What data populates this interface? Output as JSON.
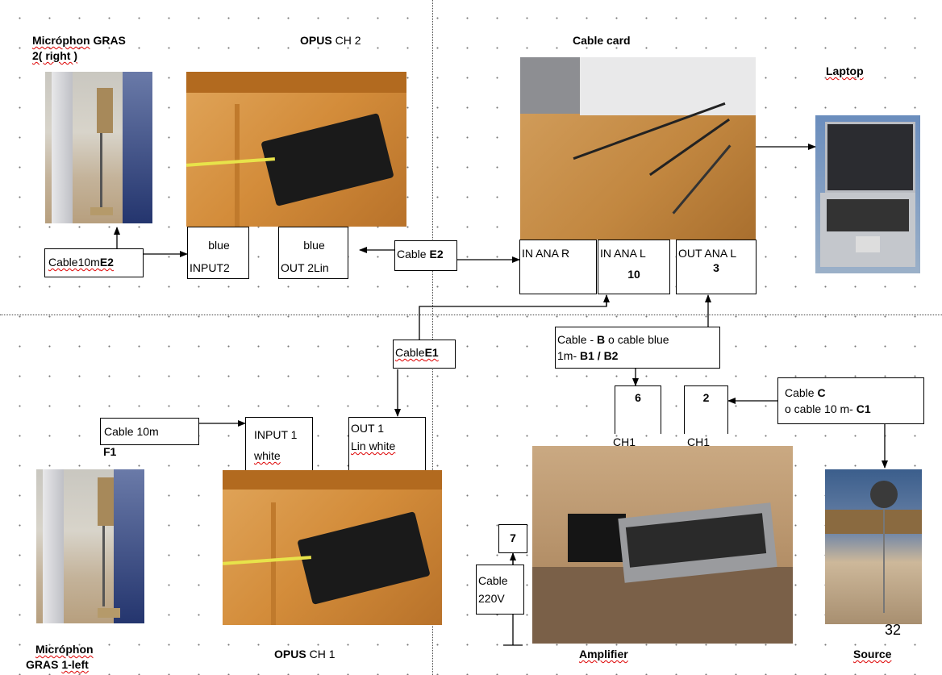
{
  "labels": {
    "mic_top_line1": "Micróphon",
    "mic_top_line1b": "GRAS",
    "mic_top_line2": "2( right )",
    "opus_ch2_a": "OPUS",
    "opus_ch2_b": "CH 2",
    "cable_card": "Cable card",
    "laptop": "Laptop",
    "mic_bottom_line1": "Micróphon",
    "mic_bottom_line2a": "GRAS",
    "mic_bottom_line2b": "1-left",
    "opus_ch1_a": "OPUS",
    "opus_ch1_b": "CH 1",
    "amplifier": "Amplifier",
    "source": "Source",
    "page_number": "32"
  },
  "boxes": {
    "cable10m_e2_a": "Cable10m",
    "cable10m_e2_b": "E2",
    "blue_input2_a": "blue",
    "blue_input2_b": "INPUT2",
    "blue_out2_a": "blue",
    "blue_out2_b": "OUT 2Lin",
    "cable_e2_a": "Cable",
    "cable_e2_b": "E2",
    "in_ana_r": "IN ANA R",
    "in_ana_l": "IN ANA  L",
    "in_ana_l_num": "10",
    "out_ana_l": "OUT ANA L",
    "out_ana_l_num": "3",
    "cable_e1_a": "Cable",
    "cable_e1_b": "E1",
    "cable_b_line1a": "Cable - ",
    "cable_b_line1b": "B",
    "cable_b_line1c": " o cable blue",
    "cable_b_line2a": "1m- ",
    "cable_b_line2b": "B1 / B2",
    "ch1_6_num": "6",
    "ch1_6_label": "CH1",
    "ch1_2_num": "2",
    "ch1_2_label": "CH1",
    "cable_c_line1a": "Cable ",
    "cable_c_line1b": "C",
    "cable_c_line2a": "o cable 10 m- ",
    "cable_c_line2b": "C1",
    "cable10m_f1_a": "Cable 10m",
    "cable10m_f1_b": "F1",
    "input1_a": "INPUT 1",
    "input1_b": "white",
    "out1_a": "OUT 1",
    "out1_b": "Lin white",
    "amp_7": "7",
    "cable220_a": "Cable",
    "cable220_b": "220V"
  }
}
